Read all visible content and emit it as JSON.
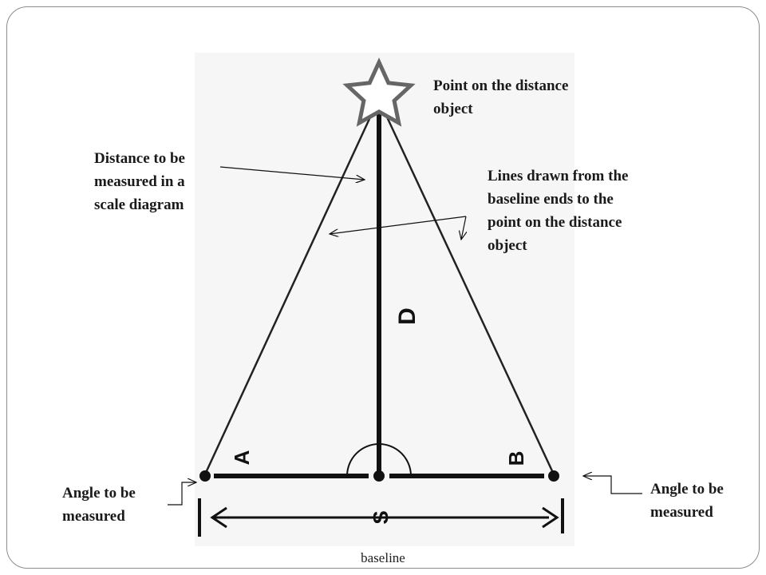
{
  "labels": {
    "point_on_object": [
      "Point on the distance",
      "object"
    ],
    "distance_measured": [
      "Distance to be",
      "measured in a",
      "scale diagram"
    ],
    "lines_drawn": [
      "Lines drawn from the",
      "baseline ends to the",
      "point on the distance",
      "object"
    ],
    "angle_left": [
      "Angle to be",
      "measured"
    ],
    "angle_right": [
      "Angle to be",
      "measured"
    ]
  },
  "diagram_letters": {
    "distance": "D",
    "angle_a": "A",
    "angle_b": "B",
    "baseline": "S"
  },
  "caption": "baseline"
}
